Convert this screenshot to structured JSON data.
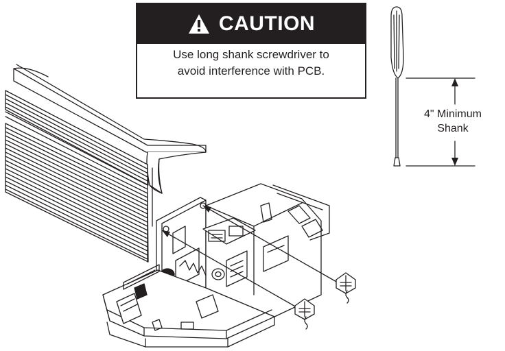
{
  "caution": {
    "title": "CAUTION",
    "message_line_1": "Use long shank screwdriver to",
    "message_line_2": "avoid interference with PCB.",
    "header_color": "#231f20",
    "icon": "warning-triangle-icon"
  },
  "dimension": {
    "line_1": "4\" Minimum",
    "line_2": "Shank"
  },
  "colors": {
    "ink": "#231f20",
    "background": "#ffffff"
  }
}
